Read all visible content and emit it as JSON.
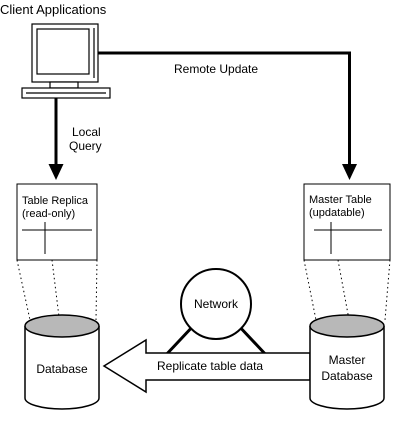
{
  "diagram": {
    "title": "Client Applications",
    "edges": {
      "remote_update": "Remote Update",
      "local_query_line1": "Local",
      "local_query_line2": "Query",
      "replicate": "Replicate table data"
    },
    "table_replica": {
      "line1": "Table Replica",
      "line2": "(read-only)"
    },
    "master_table": {
      "line1": "Master Table",
      "line2": "(updatable)"
    },
    "network": "Network",
    "database": "Database",
    "master_database": {
      "line1": "Master",
      "line2": "Database"
    }
  }
}
